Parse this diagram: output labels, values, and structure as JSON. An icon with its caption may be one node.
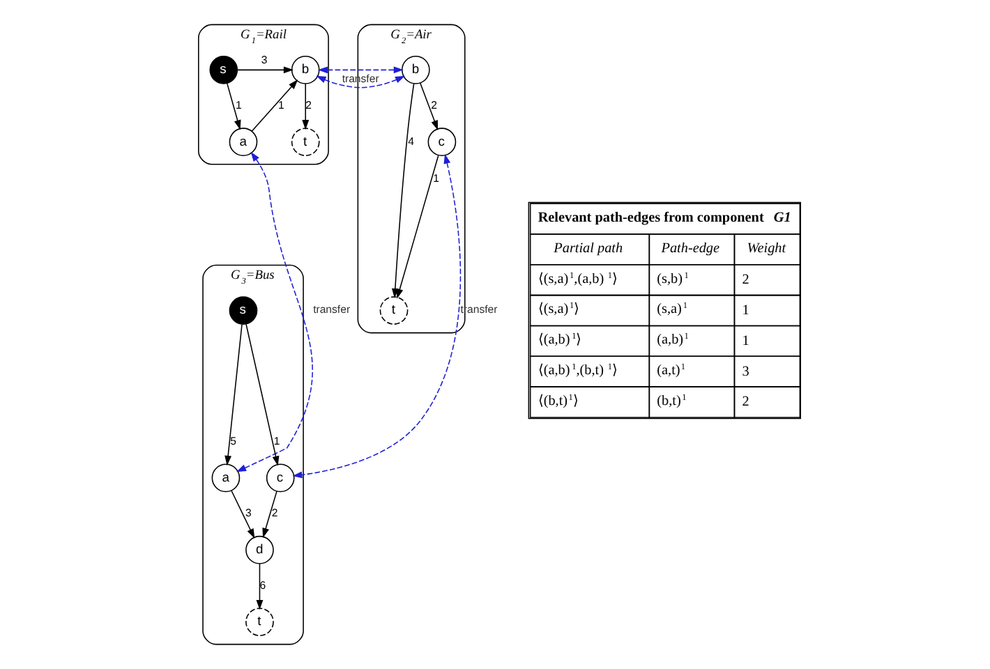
{
  "diagram": {
    "nodes": [
      {
        "text": [
          "G$_{1}$=Rail"
        ]
      },
      {
        "text": [
          "s"
        ],
        "in": 0
      },
      {
        "text": [
          "b"
        ],
        "in": 0
      },
      {
        "text": [
          "a"
        ],
        "in": 0
      },
      {
        "text": [
          "t"
        ],
        "in": 0
      },
      {
        "text": [
          "G$_{2}$=Air"
        ]
      },
      {
        "text": [
          "b"
        ],
        "in": 5
      },
      {
        "text": [
          "c"
        ],
        "in": 5
      },
      {
        "text": [
          "t"
        ],
        "in": 5
      },
      {
        "text": [
          "G$_{3}$=Bus"
        ]
      },
      {
        "text": [
          "s"
        ],
        "in": 9
      },
      {
        "text": [
          "a"
        ],
        "in": 9
      },
      {
        "text": [
          "c"
        ],
        "in": 9
      },
      {
        "text": [
          "d"
        ],
        "in": 9
      },
      {
        "text": [
          "t"
        ],
        "in": 9
      }
    ],
    "edges": [
      {
        "from": 1,
        "to": 2,
        "arrow": "to",
        "label": "3"
      },
      {
        "from": 1,
        "to": 3,
        "arrow": "to",
        "label": "1"
      },
      {
        "from": 3,
        "to": 2,
        "arrow": "to",
        "label": "1"
      },
      {
        "from": 2,
        "to": 4,
        "arrow": "to",
        "label": "2"
      },
      {
        "from": 6,
        "to": 8,
        "arrow": "to",
        "label": "4"
      },
      {
        "from": 6,
        "to": 7,
        "arrow": "to",
        "label": "2"
      },
      {
        "from": 7,
        "to": 8,
        "arrow": "to",
        "label": "1"
      },
      {
        "from": 10,
        "to": 11,
        "arrow": "to",
        "label": "5"
      },
      {
        "from": 10,
        "to": 12,
        "arrow": "to",
        "label": "1"
      },
      {
        "from": 11,
        "to": 13,
        "arrow": "to",
        "label": "3"
      },
      {
        "from": 12,
        "to": 13,
        "arrow": "to",
        "label": "2"
      },
      {
        "from": 13,
        "to": 14,
        "arrow": "to",
        "label": "6"
      },
      {
        "from": 2,
        "to": 6,
        "arrow": "both",
        "label": "transfer",
        "style": "dashed",
        "color": "#1f1fd6"
      },
      {
        "from": 3,
        "to": 11,
        "arrow": "both",
        "label": "transfer",
        "style": "dashed",
        "color": "#1f1fd6"
      },
      {
        "from": 7,
        "to": 12,
        "arrow": "both",
        "label": "transfer",
        "style": "dashed",
        "color": "#1f1fd6"
      }
    ],
    "labels": [
      "Relevant path-edges from component *G1*",
      "Partial path",
      "Path-edge",
      "Weight",
      "⟨(s,a)$^{1}$,(a,b)$^{1}$⟩",
      "(s,b)$^{1}$",
      "2",
      "⟨(s,a)$^{1}$⟩",
      "(s,a)$^{1}$",
      "1",
      "⟨(a,b)$^{1}$⟩",
      "(a,b)$^{1}$",
      "1",
      "⟨(a,b)$^{1}$,(b,t)$^{1}$⟩",
      "(a,t)$^{1}$",
      "3",
      "⟨(b,t)$^{1}$⟩",
      "(b,t)$^{1}$",
      "2"
    ]
  }
}
